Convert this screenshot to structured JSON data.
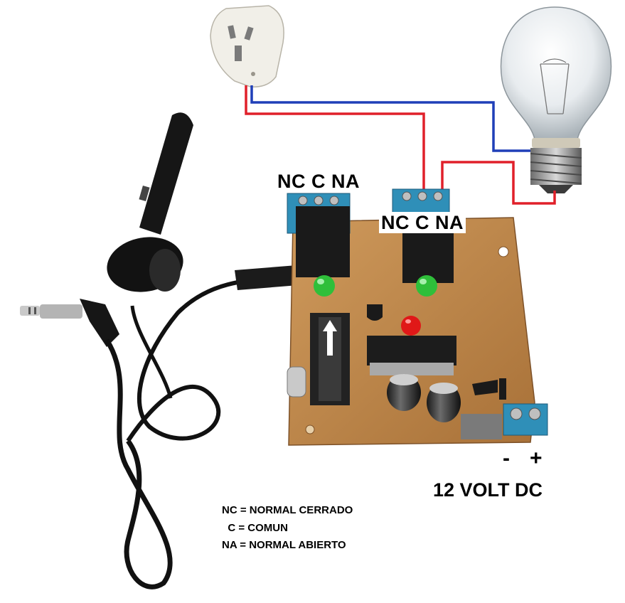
{
  "labels": {
    "relay1_contacts": "NC C NA",
    "relay2_contacts": "NC C NA",
    "minus": "-",
    "plus": "+",
    "voltage": "12 VOLT DC"
  },
  "legend": [
    "NC = NORMAL CERRADO",
    "  C = COMUN",
    "NA = NORMAL ABIERTO"
  ],
  "colors": {
    "wire_live": "#e0202a",
    "wire_neutral": "#1f3fb8",
    "pcb": "#c08a4e",
    "terminal": "#2f8fb8",
    "relay": "#1a1a1a",
    "led_green": "#2fbf3a",
    "led_red": "#e01818",
    "cable": "#111111"
  },
  "icons": [
    "plug-icon",
    "lightbulb-icon",
    "audio-jack-icon",
    "earpiece-icon"
  ]
}
